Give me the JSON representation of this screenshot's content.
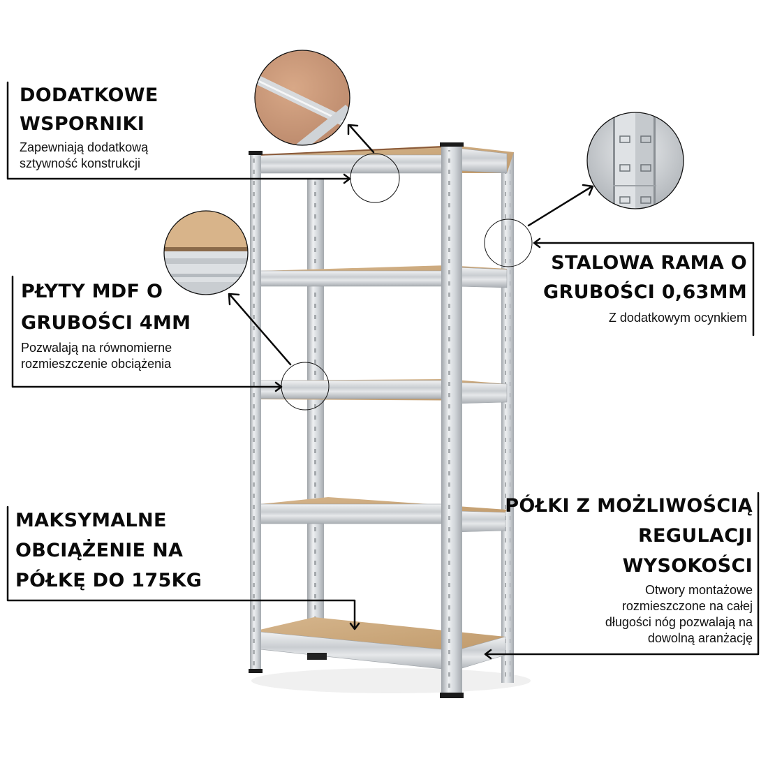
{
  "infographic": {
    "product": "galvanized-steel-shelving-unit-5-shelves",
    "callouts": {
      "supports": {
        "title_lines": [
          "DODATKOWE",
          "WSPORNIKI"
        ],
        "desc_lines": [
          "Zapewniają dodatkową",
          "sztywność konstrukcji"
        ]
      },
      "mdf": {
        "title_lines": [
          "PŁYTY MDF O",
          "GRUBOŚCI 4MM"
        ],
        "desc_lines": [
          "Pozwalają na równomierne",
          "rozmieszczenie obciążenia"
        ]
      },
      "frame": {
        "title_lines": [
          "STALOWA RAMA O",
          "GRUBOŚCI 0,63MM"
        ],
        "desc_lines": [
          "Z dodatkowym ocynkiem"
        ]
      },
      "load": {
        "title_lines": [
          "MAKSYMALNE",
          "OBCIĄŻENIE NA",
          "PÓŁKĘ DO 175KG"
        ]
      },
      "adjustable": {
        "title_lines": [
          "PÓŁKI Z MOŻLIWOŚCIĄ",
          "REGULACJI",
          "WYSOKOŚCI"
        ],
        "desc_lines": [
          "Otwory montażowe",
          "rozmieszczone na całej",
          "długości nóg pozwalają na",
          "dowolną aranżację"
        ]
      }
    },
    "colors": {
      "steel_light": "#e4e6e8",
      "steel_mid": "#c4c8cc",
      "steel_dark": "#8e9398",
      "mdf": "#c9a57a",
      "mdf_edge": "#8a5a3a",
      "line": "#0a0a0a"
    },
    "shelf_count": 5
  }
}
